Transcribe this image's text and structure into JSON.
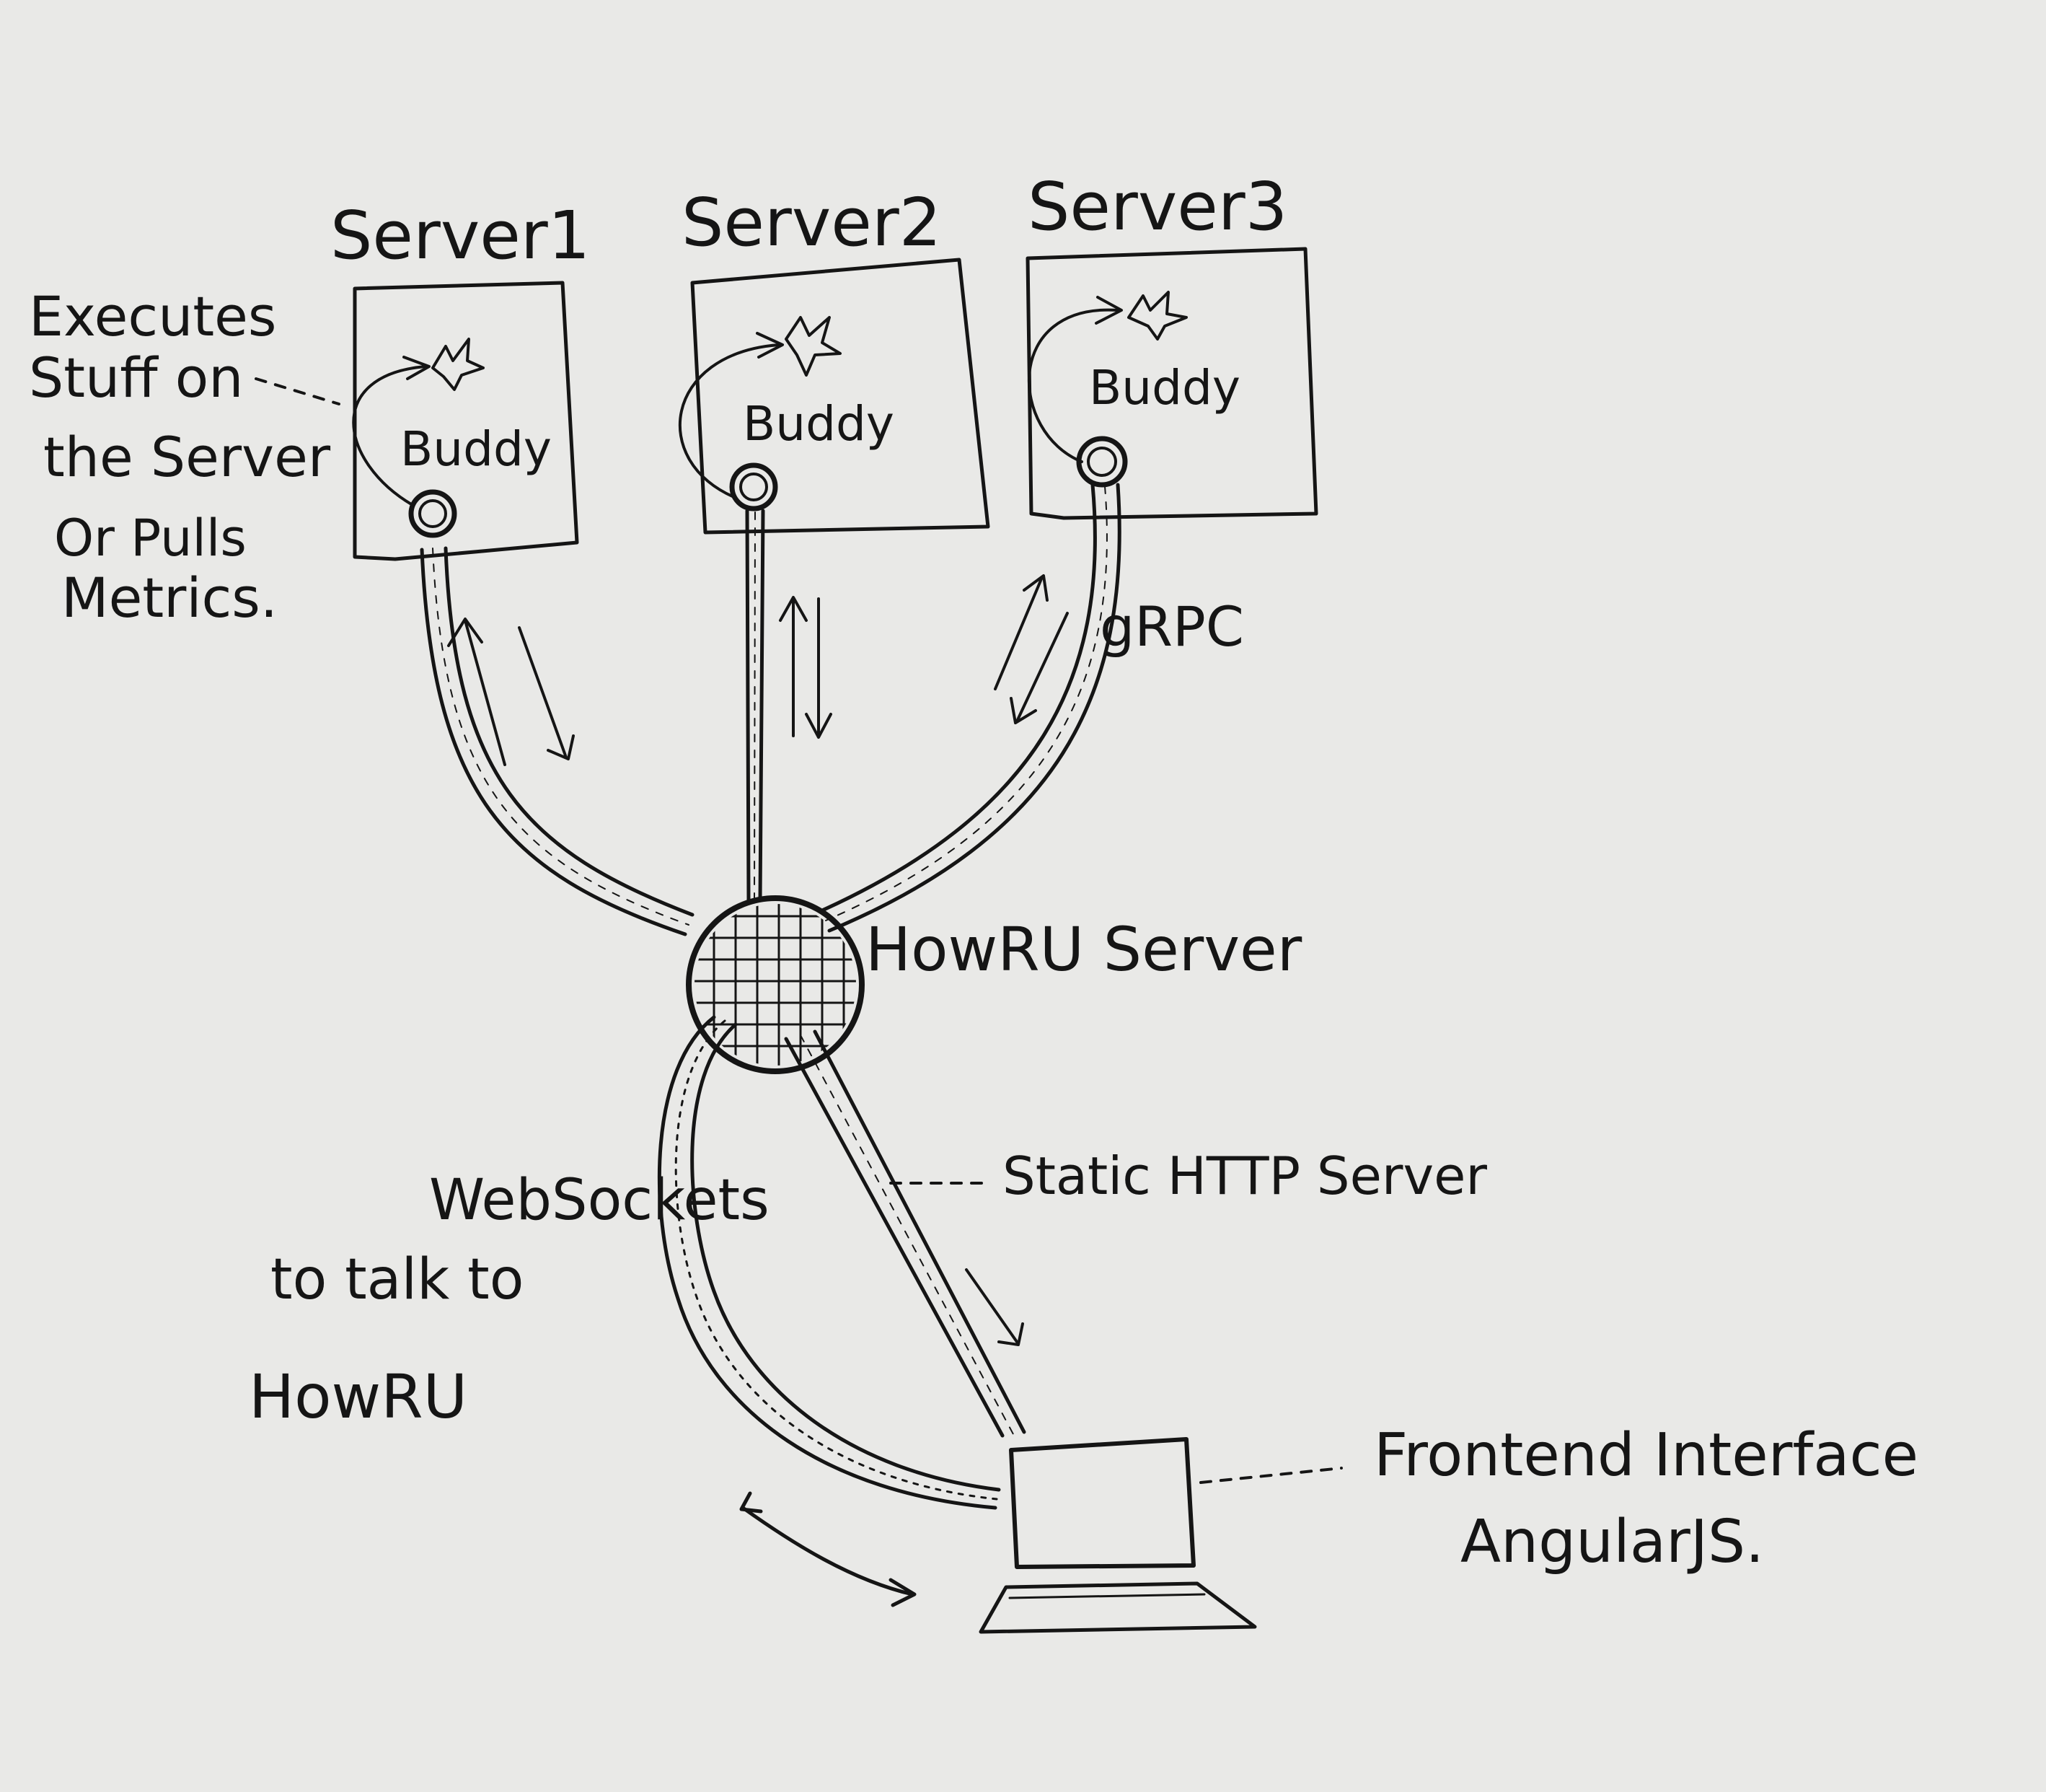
{
  "servers": [
    {
      "title": "Server1",
      "agent": "Buddy"
    },
    {
      "title": "Server2",
      "agent": "Buddy"
    },
    {
      "title": "Server3",
      "agent": "Buddy"
    }
  ],
  "annotations": {
    "buddy_note": [
      "Executes",
      "Stuff on",
      "the Server",
      "Or Pulls",
      "Metrics."
    ],
    "grpc": "gRPC",
    "hub": "HowRU Server",
    "static_http": "Static HTTP Server",
    "websockets": [
      "WebSockets",
      "to talk to",
      "HowRU"
    ],
    "frontend": [
      "Frontend Interface",
      "AngularJS."
    ]
  },
  "colors": {
    "ink": "#151515",
    "paper": "#e9e9e7"
  }
}
